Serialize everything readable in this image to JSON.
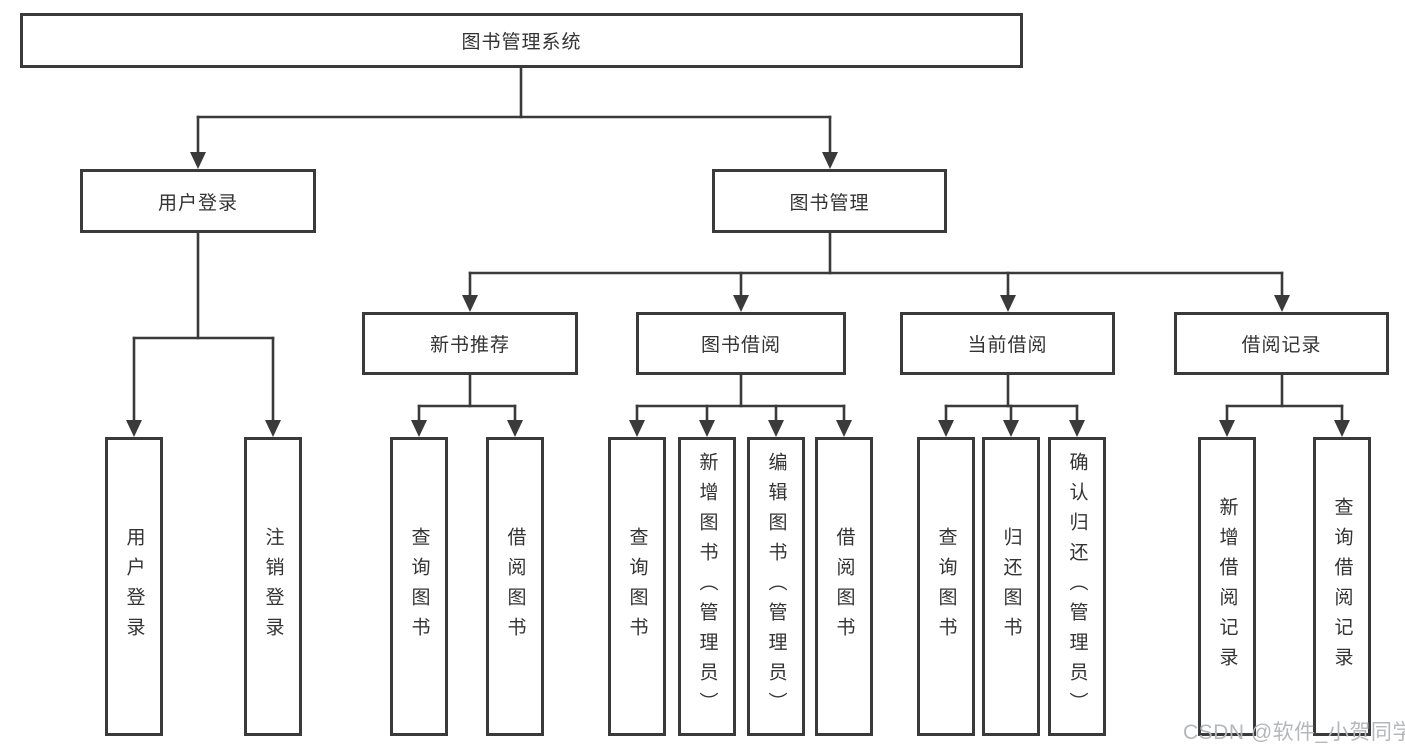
{
  "tree": {
    "root": {
      "label": "图书管理系统"
    },
    "branches": [
      {
        "label": "用户登录",
        "children": [
          "用户登录",
          "注销登录"
        ]
      },
      {
        "label": "图书管理",
        "sections": [
          {
            "label": "新书推荐",
            "children": [
              "查询图书",
              "借阅图书"
            ]
          },
          {
            "label": "图书借阅",
            "children": [
              "查询图书",
              "新增图书（管理员）",
              "编辑图书（管理员）",
              "借阅图书"
            ]
          },
          {
            "label": "当前借阅",
            "children": [
              "查询图书",
              "归还图书",
              "确认归还（管理员）"
            ]
          },
          {
            "label": "借阅记录",
            "children": [
              "新增借阅记录",
              "查询借阅记录"
            ]
          }
        ]
      }
    ]
  },
  "watermark": {
    "text": "CSDN @软件_小贺同学"
  },
  "colors": {
    "line": "#3a3a3a",
    "text": "#333333",
    "watermark": "#b4b8bb",
    "background": "#ffffff"
  }
}
